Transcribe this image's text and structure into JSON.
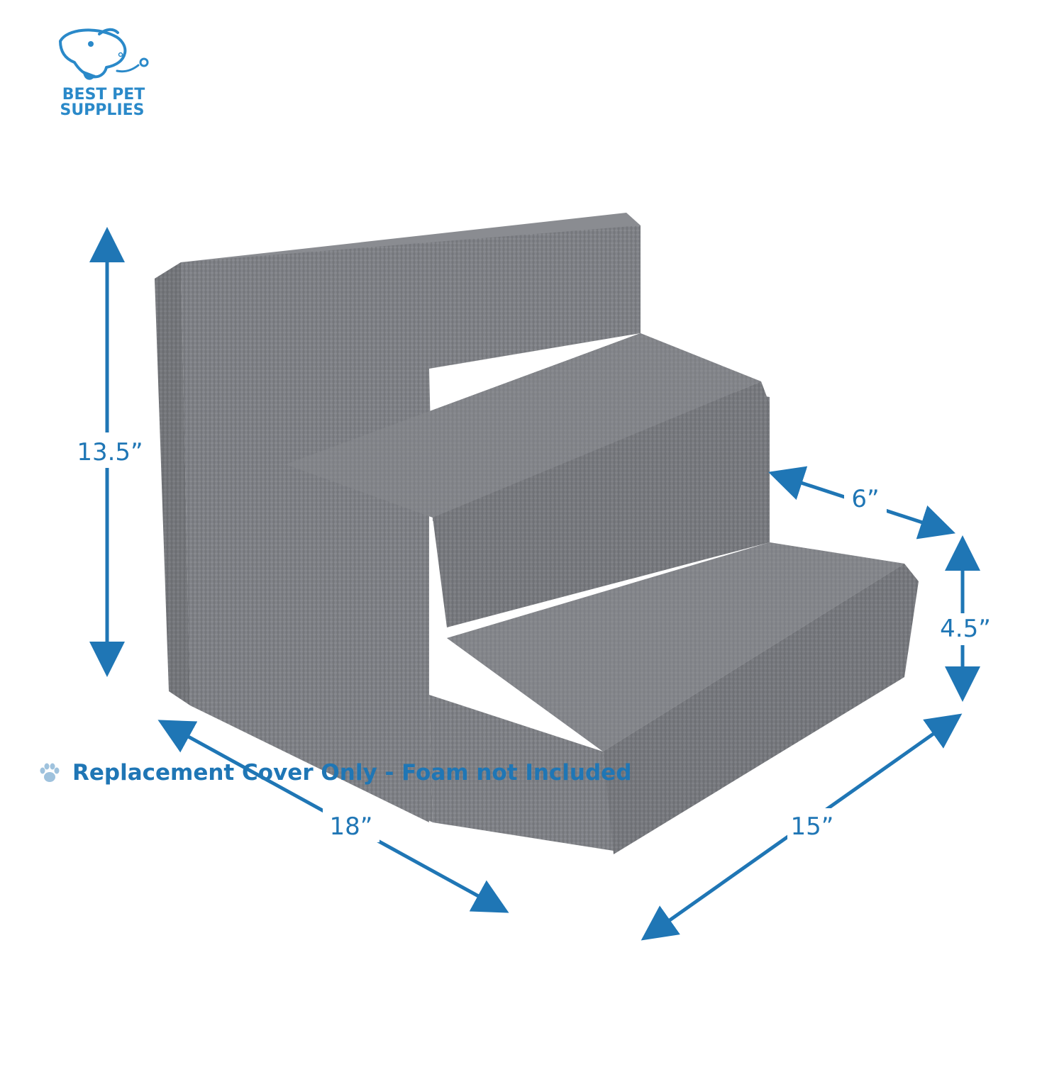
{
  "brand": {
    "name_line1": "BEST PET",
    "name_line2": "SUPPLIES",
    "logo_icon": "dog-head-icon",
    "color": "#2a89c9"
  },
  "product": {
    "description": "3-step pet stairs with gray linen fabric cover",
    "fabric_color": "#7d7f84"
  },
  "dimensions": {
    "height_total": "13.5”",
    "step_depth": "6”",
    "step_height": "4.5”",
    "width": "18”",
    "depth": "15”",
    "arrow_color": "#1f76b5"
  },
  "footer": {
    "icon": "paw-print-icon",
    "text": "Replacement Cover Only - Foam not Included",
    "color": "#1f76b5"
  }
}
